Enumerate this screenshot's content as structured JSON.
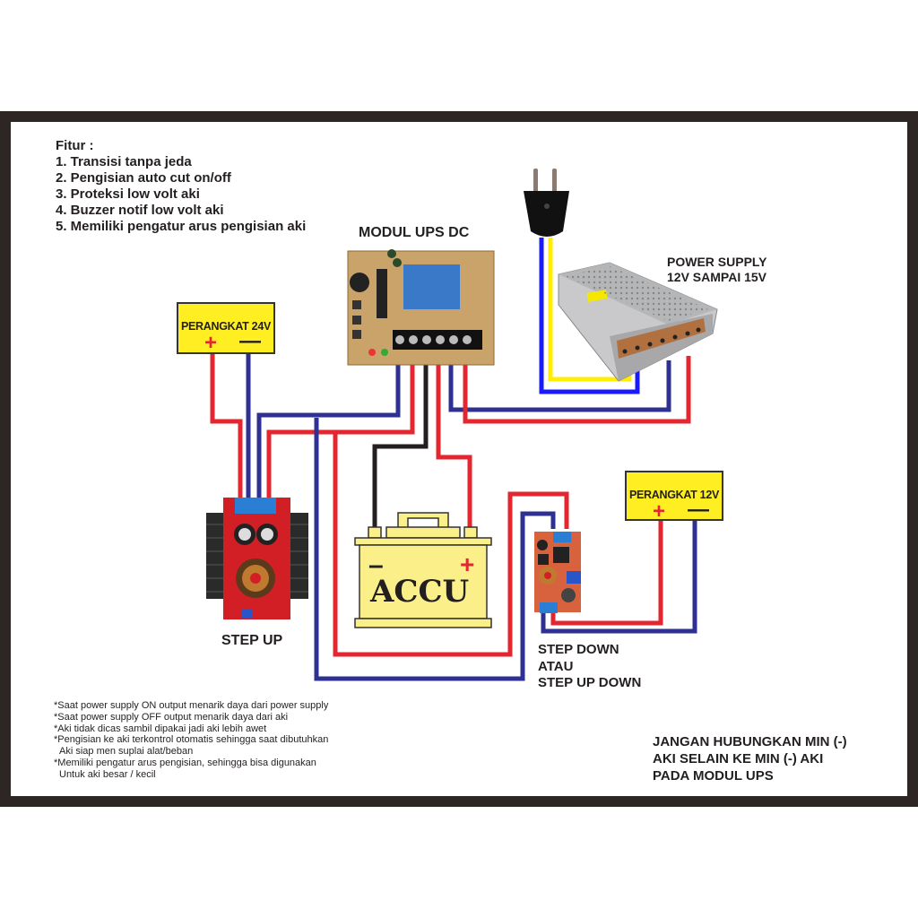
{
  "features": {
    "title": "Fitur :",
    "items": [
      "1. Transisi tanpa jeda",
      "2. Pengisian auto cut on/off",
      "3. Proteksi low volt aki",
      "4. Buzzer notif low volt aki",
      "5. Memiliki pengatur arus pengisian aki"
    ]
  },
  "components": {
    "ups_module": "MODUL UPS DC",
    "power_supply": [
      "POWER SUPPLY",
      "12V SAMPAI 15V"
    ],
    "device_24v": {
      "label": "PERANGKAT 24V",
      "plus": "+",
      "minus": "—"
    },
    "device_12v": {
      "label": "PERANGKAT 12V",
      "plus": "+",
      "minus": "—"
    },
    "battery": {
      "label": "ACCU",
      "plus": "+",
      "minus": "–"
    },
    "step_up": "STEP UP",
    "step_down": [
      "STEP DOWN",
      "ATAU",
      "STEP UP DOWN"
    ]
  },
  "notes": [
    "*Saat power supply ON output menarik daya dari power supply",
    "*Saat power supply OFF output menarik daya dari aki",
    "*Aki tidak dicas sambil dipakai jadi aki lebih awet",
    "*Pengisian ke aki terkontrol otomatis sehingga saat dibutuhkan",
    "  Aki siap men suplai alat/beban",
    "*Memiliki pengatur arus pengisian, sehingga bisa digunakan",
    "  Untuk aki besar / kecil"
  ],
  "warning": [
    "JANGAN HUBUNGKAN MIN (-)",
    "AKI SELAIN KE MIN (-) AKI",
    "PADA MODUL UPS"
  ],
  "colors": {
    "frame": "#2e2624",
    "wire_positive": "#e3262f",
    "wire_negative": "#2e3192",
    "wire_ac_blue": "#1a1aff",
    "wire_ac_yellow": "#ffee00",
    "wire_ground": "#231f20",
    "device_box": "#ffef22",
    "battery_body": "#fbef8a"
  }
}
